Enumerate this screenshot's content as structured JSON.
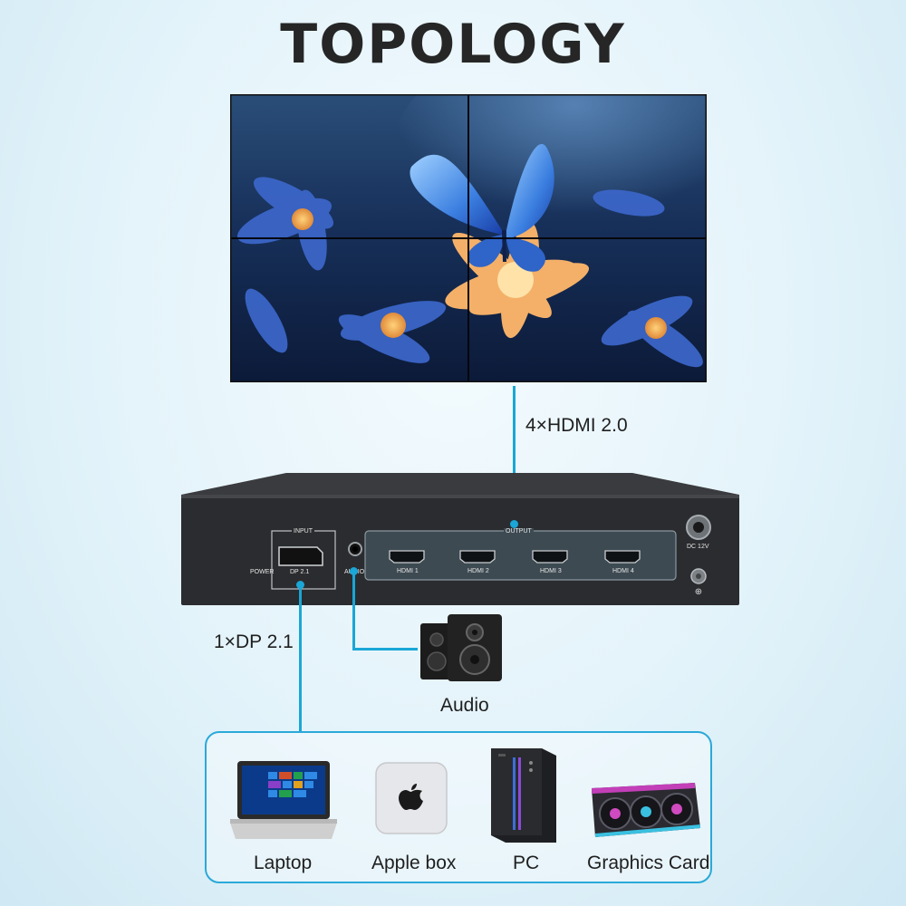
{
  "title": "TOPOLOGY",
  "output_link_label": "4×HDMI 2.0",
  "input_link_label": "1×DP 2.1",
  "audio_label": "Audio",
  "device": {
    "input_header": "INPUT",
    "output_header": "OUTPUT",
    "power_label": "POWER",
    "dp_label": "DP 2.1",
    "audio_port_label": "AUDIO",
    "hdmi_ports": [
      "HDMI 1",
      "HDMI 2",
      "HDMI 3",
      "HDMI 4"
    ],
    "dc_label": "DC 12V"
  },
  "sources": [
    {
      "label": "Laptop",
      "icon": "laptop-icon"
    },
    {
      "label": "Apple box",
      "icon": "apple-box-icon"
    },
    {
      "label": "PC",
      "icon": "pc-tower-icon"
    },
    {
      "label": "Graphics Card",
      "icon": "graphics-card-icon"
    }
  ],
  "colors": {
    "link": "#1aa6d6",
    "title": "#262626",
    "device": "#2a2b2d",
    "port_panel": "#3d4a52"
  }
}
